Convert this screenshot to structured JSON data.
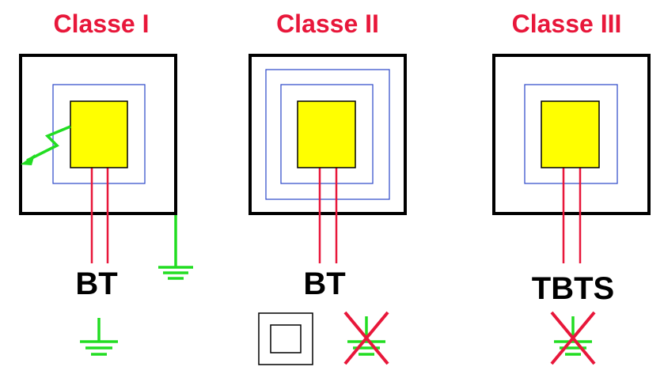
{
  "colors": {
    "title": "#e8173a",
    "frame": "#000000",
    "insulation": "#2a45c8",
    "core": "#ffff00",
    "wire": "#e8173a",
    "earth": "#22dd22",
    "cross": "#e8173a"
  },
  "classes": [
    {
      "title": "Classe I",
      "voltage_label": "BT"
    },
    {
      "title": "Classe II",
      "voltage_label": "BT"
    },
    {
      "title": "Classe III",
      "voltage_label": "TBTS"
    }
  ],
  "icons": {
    "class1_symbol": "earth-ground-icon",
    "class2_symbols": [
      "double-square-icon",
      "crossed-earth-icon"
    ],
    "class3_symbol": "crossed-earth-icon"
  }
}
